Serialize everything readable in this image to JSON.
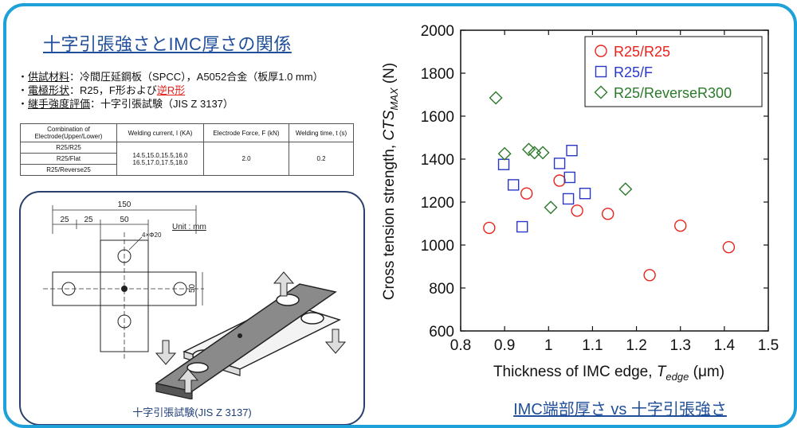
{
  "left_panel": {
    "title": "十字引張強さとIMC厚さの関係",
    "bullets": [
      {
        "label": "供試材料",
        "text": "：冷間圧延鋼板（SPCC），A5052合金（板厚1.0 mm）"
      },
      {
        "label": "電極形状",
        "text": "：R25，F形および",
        "highlight": "逆R形"
      },
      {
        "label": "継手強度評価",
        "text": "：十字引張試験（JIS Z 3137）"
      }
    ],
    "table": {
      "headers": [
        "Combination of Electrode(Upper/Lower)",
        "Welding current, I (KA)",
        "Electrode Force, F (kN)",
        "Welding time, t (s)"
      ],
      "rows": [
        "R25/R25",
        "R25/Flat",
        "R25/Reverse25"
      ],
      "current": "14.5,15.0,15.5,16.0 16.5,17.0,17.5,18.0",
      "force": "2.0",
      "time": "0.2"
    },
    "drawing": {
      "dim_150": "150",
      "dim_25a": "25",
      "dim_25b": "25",
      "dim_50_top": "50",
      "dim_50_side": "50",
      "hole_label": "4×Φ20",
      "unit": "Unit : mm"
    },
    "caption": "十字引張試験(JIS Z 3137)"
  },
  "chart_data": {
    "type": "scatter",
    "xlabel": "Thickness of IMC edge, T_edge (μm)",
    "ylabel": "Cross tension strength, CTS_MAX (N)",
    "xlim": [
      0.8,
      1.5
    ],
    "ylim": [
      600,
      2000
    ],
    "xticks": [
      "0.8",
      "0.9",
      "1",
      "1.1",
      "1.2",
      "1.3",
      "1.4",
      "1.5"
    ],
    "yticks": [
      "600",
      "800",
      "1000",
      "1200",
      "1400",
      "1600",
      "1800",
      "2000"
    ],
    "grid": false,
    "legend_position": "top-right",
    "series": [
      {
        "name": "R25/R25",
        "marker": "circle",
        "color": "#e8231c",
        "points": [
          [
            0.865,
            1080
          ],
          [
            0.95,
            1240
          ],
          [
            1.025,
            1300
          ],
          [
            1.065,
            1160
          ],
          [
            1.135,
            1145
          ],
          [
            1.23,
            860
          ],
          [
            1.3,
            1090
          ],
          [
            1.41,
            990
          ]
        ]
      },
      {
        "name": "R25/F",
        "marker": "square",
        "color": "#2a38c8",
        "points": [
          [
            0.898,
            1375
          ],
          [
            0.92,
            1280
          ],
          [
            0.94,
            1085
          ],
          [
            1.025,
            1380
          ],
          [
            1.045,
            1215
          ],
          [
            1.048,
            1315
          ],
          [
            1.053,
            1440
          ],
          [
            1.083,
            1240
          ]
        ]
      },
      {
        "name": "R25/ReverseR300",
        "marker": "diamond",
        "color": "#2a7a2a",
        "points": [
          [
            0.88,
            1685
          ],
          [
            0.9,
            1425
          ],
          [
            0.955,
            1445
          ],
          [
            0.968,
            1430
          ],
          [
            0.987,
            1430
          ],
          [
            1.005,
            1175
          ],
          [
            1.175,
            1260
          ]
        ]
      }
    ],
    "caption": "IMC端部厚さ vs 十字引張強さ"
  }
}
